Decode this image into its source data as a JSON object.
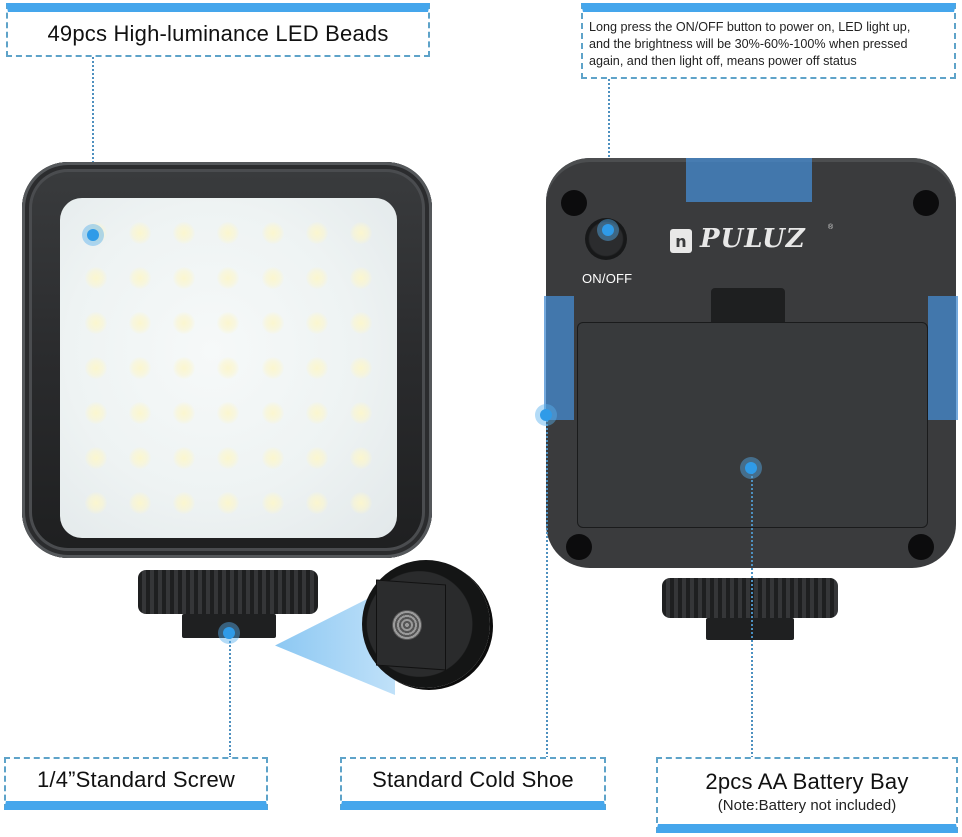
{
  "callouts": {
    "led_beads": {
      "title": "49pcs High-luminance LED Beads"
    },
    "power": {
      "lines": [
        "Long press the ON/OFF button to power on, LED light up,",
        "and the brightness will be 30%-60%-100% when pressed",
        "again, and then light off,  means power off status"
      ]
    },
    "screw": {
      "title": "1/4”Standard Screw"
    },
    "cold_shoe": {
      "title": "Standard Cold Shoe"
    },
    "battery": {
      "title": "2pcs AA Battery Bay",
      "note": "(Note:Battery not included)"
    }
  },
  "device": {
    "brand": "PULUZ",
    "brand_mark": "n",
    "registered": "®",
    "button_label": "ON/OFF",
    "led_count": 49
  },
  "colors": {
    "accent_blue": "#45a6ec",
    "dashed_border": "#5ea3c9",
    "device_body": "#3a3b3d",
    "led_panel": "#eef3f3"
  }
}
